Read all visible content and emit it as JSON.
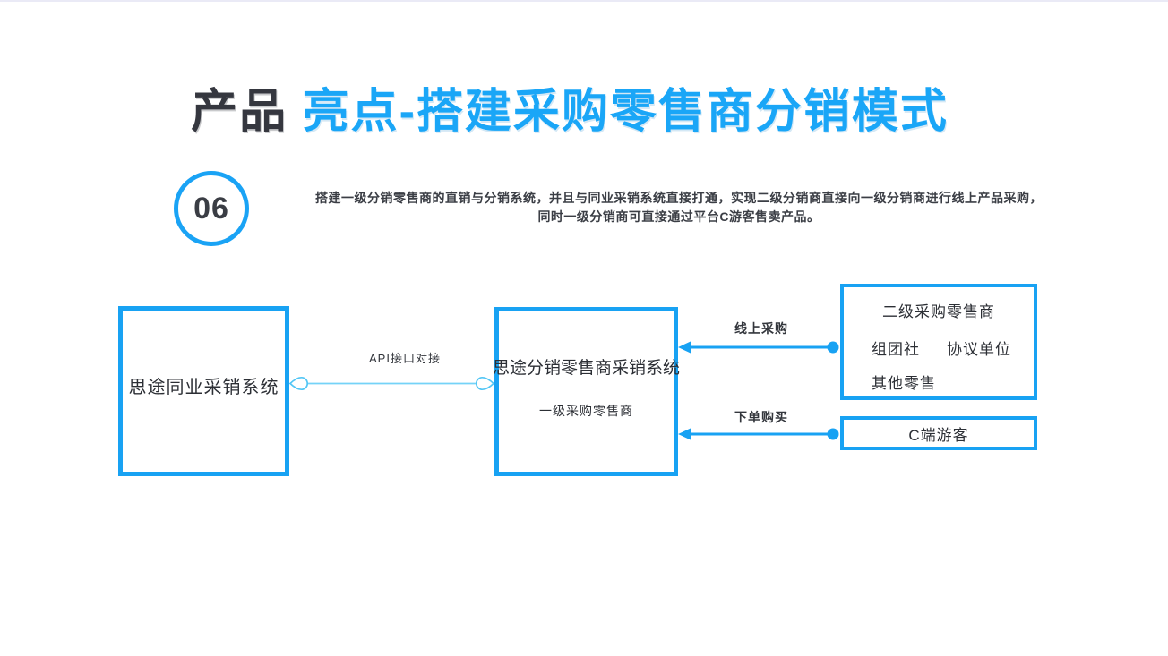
{
  "slide": {
    "title": {
      "dark": "产品 ",
      "blue": "亮点-搭建采购零售商分销模式"
    },
    "badge": {
      "number": "06"
    },
    "description": {
      "line1": "搭建一级分销零售商的直销与分销系统，并且与同业采销系统直接打通，实现二级分销商直接向一级分销商进行线上产品采购，",
      "line2": "同时一级分销商可直接通过平台C游客售卖产品。"
    }
  },
  "diagram": {
    "left_box": {
      "label": "思途同业采销系统"
    },
    "center_box": {
      "label": "思途分销零售商采销系统",
      "sublabel": "一级采购零售商"
    },
    "right_top_box": {
      "title": "二级采购零售商",
      "item1": "组团社",
      "item2": "协议单位",
      "item3": "其他零售"
    },
    "right_bottom_box": {
      "label": "C端游客"
    },
    "connectors": {
      "api": "API接口对接",
      "online_purchase": "线上采购",
      "place_order": "下单购买"
    }
  },
  "colors": {
    "accent_blue": "#18a2f3",
    "title_blue": "#1aa6f7",
    "title_dark": "#35373f",
    "text_dark": "#2c2f35",
    "connector_light_blue": "#74d3f8"
  }
}
